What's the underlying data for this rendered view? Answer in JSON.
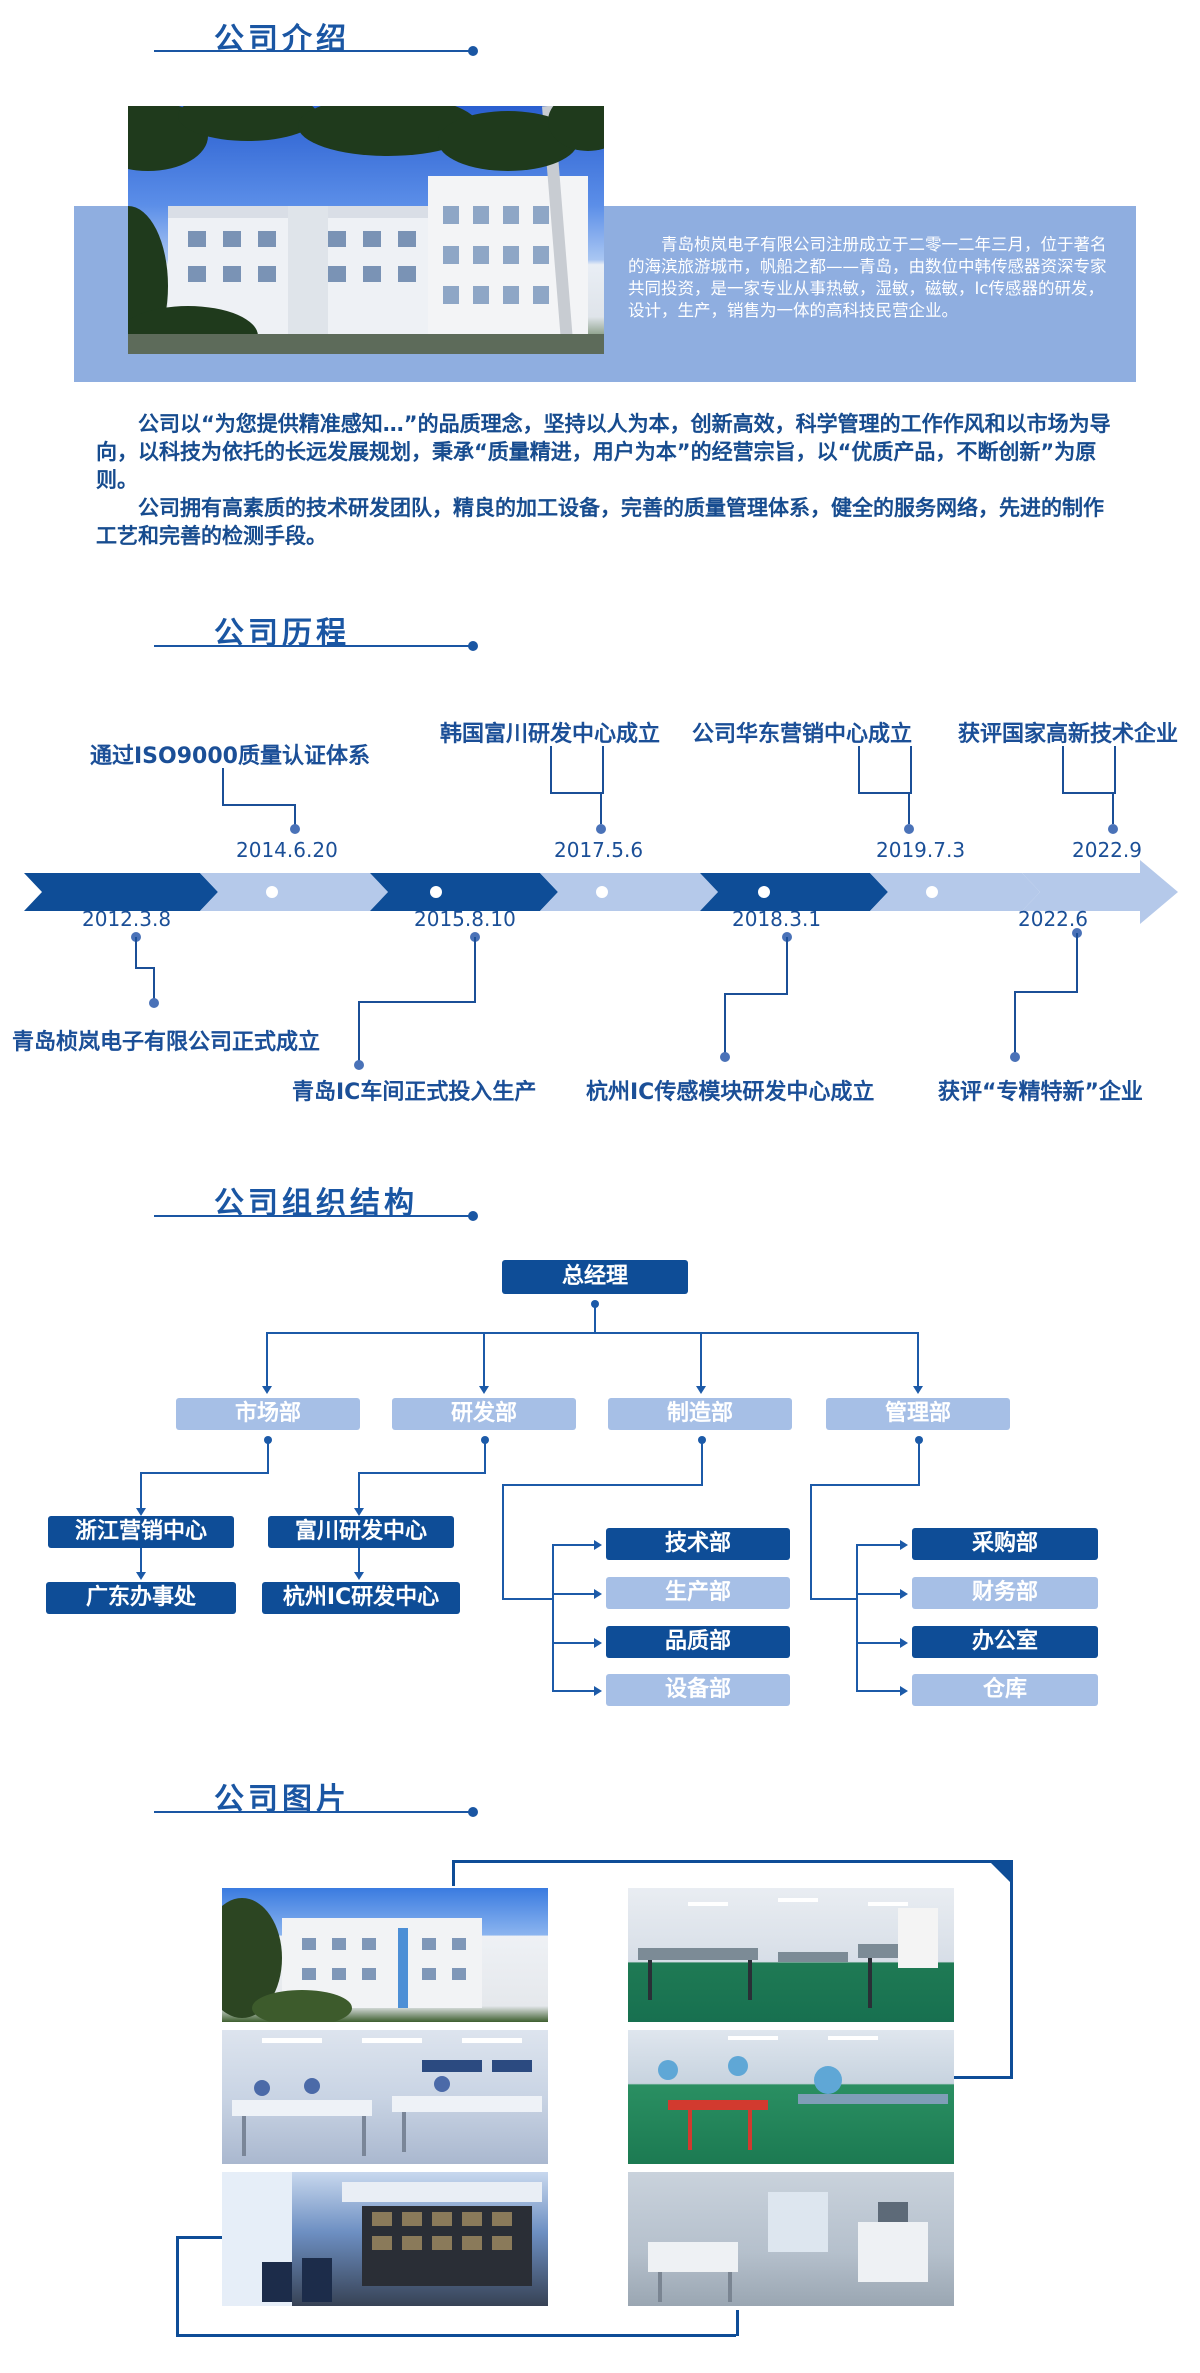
{
  "sections": {
    "intro_title": "公司介绍",
    "history_title": "公司历程",
    "org_title": "公司组织结构",
    "photos_title": "公司图片"
  },
  "intro": {
    "box_text": "青岛桢岚电子有限公司注册成立于二零一二年三月，位于著名的海滨旅游城市，帆船之都——青岛，由数位中韩传感器资深专家共同投资，是一家专业从事热敏，湿敏，磁敏，Ic传感器的研发，设计，生产，销售为一体的高科技民营企业。",
    "para1": "公司以“为您提供精准感知…”的品质理念，坚持以人为本，创新高效，科学管理的工作作风和以市场为导向，以科技为依托的长远发展规划，秉承“质量精进，用户为本”的经营宗旨，以“优质产品，不断创新”为原则。",
    "para2": "公司拥有高素质的技术研发团队，精良的加工设备，完善的质量管理体系，健全的服务网络，先进的制作工艺和完善的检测手段。"
  },
  "timeline": {
    "events": [
      {
        "date": "2012.3.8",
        "label": "青岛桢岚电子有限公司正式成立"
      },
      {
        "date": "2014.6.20",
        "label": "通过ISO9000质量认证体系"
      },
      {
        "date": "2015.8.10",
        "label": "青岛IC车间正式投入生产"
      },
      {
        "date": "2017.5.6",
        "label": "韩国富川研发中心成立"
      },
      {
        "date": "2018.3.1",
        "label": "杭州IC传感模块研发中心成立"
      },
      {
        "date": "2019.7.3",
        "label": "公司华东营销中心成立"
      },
      {
        "date": "2022.6",
        "label": "获评“专精特新”企业"
      },
      {
        "date": "2022.9",
        "label": "获评国家高新技术企业"
      }
    ]
  },
  "org": {
    "root": "总经理",
    "departments": [
      "市场部",
      "研发部",
      "制造部",
      "管理部"
    ],
    "market_units": [
      "浙江营销中心",
      "广东办事处"
    ],
    "rd_units": [
      "富川研发中心",
      "杭州IC研发中心"
    ],
    "manufacturing_units": [
      "技术部",
      "生产部",
      "品质部",
      "设备部"
    ],
    "management_units": [
      "采购部",
      "财务部",
      "办公室",
      "仓库"
    ]
  },
  "colors": {
    "primary": "#0e4d97",
    "light": "#a6bfe6",
    "band": "#8faee0",
    "text": "#174c8f"
  }
}
